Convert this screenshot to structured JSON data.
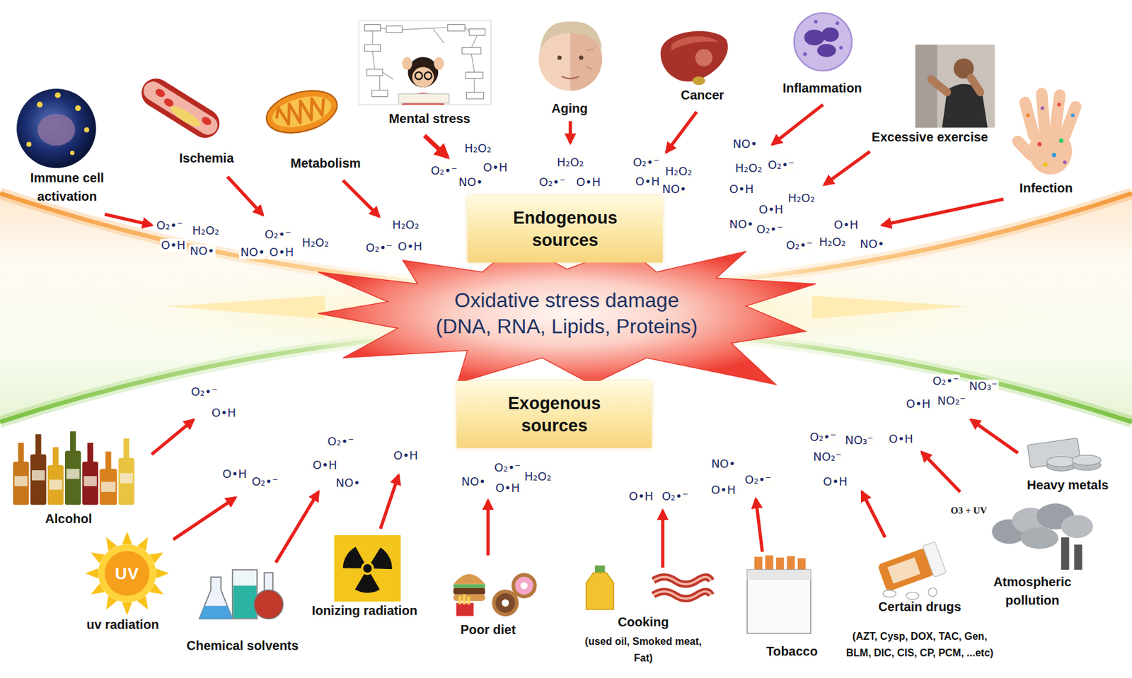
{
  "diagram": {
    "nodes": [
      {
        "text": [
          "Endogenous sources"
        ]
      },
      {
        "text": [
          "Oxidative stress damage (DNA, RNA, Lipids, Proteins)"
        ]
      },
      {
        "text": [
          "Exogenous sources"
        ]
      }
    ],
    "labels": [
      "Immune cell activation",
      "O₂•⁻",
      "H₂O₂",
      "O•H",
      "NO•",
      "Ischemia",
      "O₂•⁻",
      "H₂O₂",
      "NO•",
      "O•H",
      "Metabolism",
      "H₂O₂",
      "O₂•⁻",
      "O•H",
      "Mental stress",
      "H₂O₂",
      "O₂•⁻",
      "O•H",
      "NO•",
      "Aging",
      "H₂O₂",
      "O₂•⁻",
      "O•H",
      "Cancer",
      "O₂•⁻",
      "H₂O₂",
      "O•H",
      "NO•",
      "Inflammation",
      "NO•",
      "H₂O₂",
      "O₂•⁻",
      "O•H",
      "Excessive exercise",
      "H₂O₂",
      "O•H",
      "NO•",
      "O₂•⁻",
      "Infection",
      "O•H",
      "O₂•⁻",
      "H₂O₂",
      "NO•",
      "Alcohol",
      "O₂•⁻",
      "O•H",
      "UV",
      "uv radiation",
      "O•H",
      "O₂•⁻",
      "Chemical solvents",
      "O₂•⁻",
      "O•H",
      "NO•",
      "Ionizing radiation",
      "O•H",
      "Poor diet",
      "NO•",
      "O₂•⁻",
      "H₂O₂",
      "O•H",
      "Cooking",
      "(used oil, Smoked meat, Fat)",
      "O•H",
      "O₂•⁻",
      "Tobacco",
      "NO•",
      "O•H",
      "O₂•⁻",
      "Certain drugs",
      "(AZT, Cysp, DOX, TAC, Gen, BLM, DIC, CIS, CP, PCM, ...etc)",
      "O₂•⁻",
      "NO₃⁻",
      "NO₂⁻",
      "O•H",
      "O3 + UV",
      "O•H",
      "Atmospheric pollution",
      "Heavy metals",
      "O₂•⁻",
      "NO₃⁻",
      "O•H",
      "NO₂⁻"
    ]
  }
}
